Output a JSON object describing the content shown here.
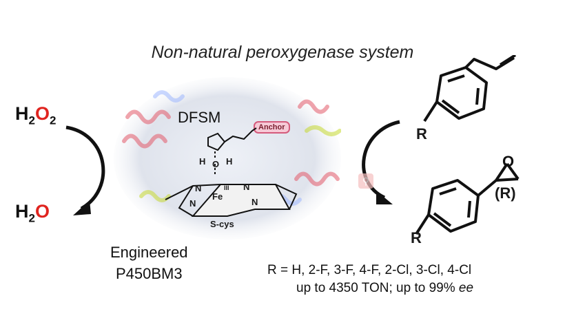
{
  "title": "Non-natural peroxygenase system",
  "left": {
    "reactant_prefix": "H",
    "reactant_sub": "2",
    "reactant_red": "O",
    "reactant_red_sub": "2",
    "product_prefix": "H",
    "product_sub": "2",
    "product_red": "O"
  },
  "center": {
    "dfsm_label": "DFSM",
    "anchor_label": "Anchor",
    "water_h1": "H",
    "water_o": "O",
    "water_h2": "H",
    "n_labels": [
      "N",
      "N",
      "N",
      "N"
    ],
    "fe_label": "Fe",
    "fe_ox": "III",
    "cys_label": "S-cys",
    "enzyme_line1": "Engineered",
    "enzyme_line2": "P450BM3"
  },
  "right": {
    "r_top": "R",
    "r_bottom": "R",
    "epoxide_o": "O",
    "stereo_label": "(R)",
    "substituents": "R = H, 2-F, 3-F, 4-F, 2-Cl, 3-Cl, 4-Cl",
    "performance_prefix": "up to 4350 TON; up to 99% ",
    "performance_ee": "ee"
  },
  "colors": {
    "accent_red": "#e0241f",
    "anchor_pink": "#f6c9d6"
  },
  "icons": [
    "curved-arrow-icon",
    "search-icon"
  ]
}
